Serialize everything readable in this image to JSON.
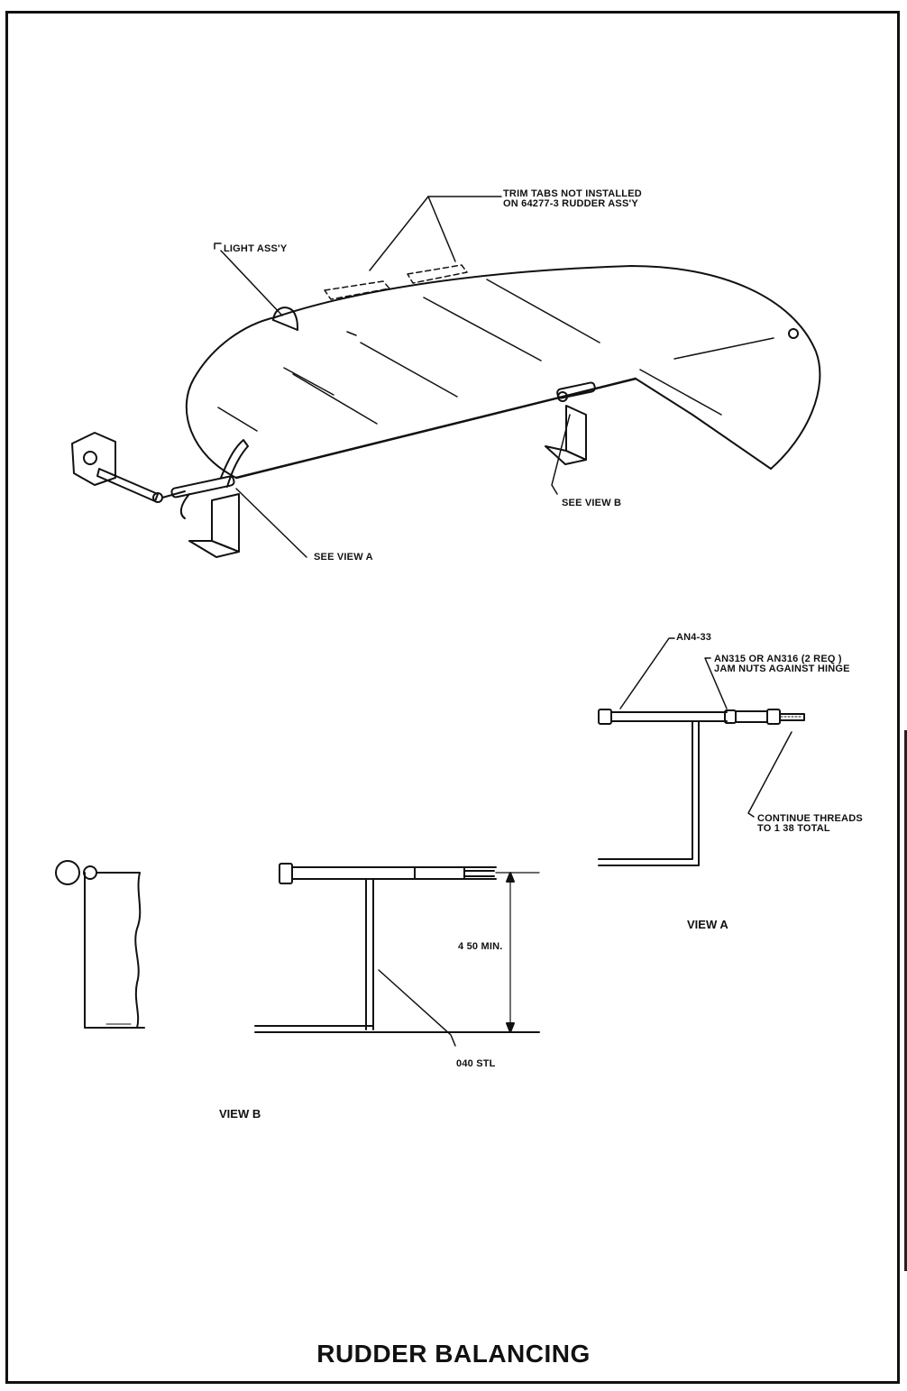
{
  "title": "RUDDER BALANCING",
  "labels": {
    "trim_tabs_line1": "TRIM TABS NOT INSTALLED",
    "trim_tabs_line2": "ON 64277-3 RUDDER ASS'Y",
    "light_assy": "LIGHT ASS'Y",
    "see_view_a": "SEE VIEW A",
    "see_view_b": "SEE VIEW B",
    "an4_33": "AN4-33",
    "an315_line1": "AN315 OR AN316 (2 REQ )",
    "an315_line2": "JAM NUTS AGAINST HINGE",
    "continue_line1": "CONTINUE THREADS",
    "continue_line2": "TO 1 38 TOTAL",
    "view_a": "VIEW A",
    "dim_450": "4 50 MIN.",
    "stl_040": "040 STL",
    "view_b": "VIEW B"
  },
  "colors": {
    "ink": "#111111",
    "paper": "#ffffff"
  }
}
